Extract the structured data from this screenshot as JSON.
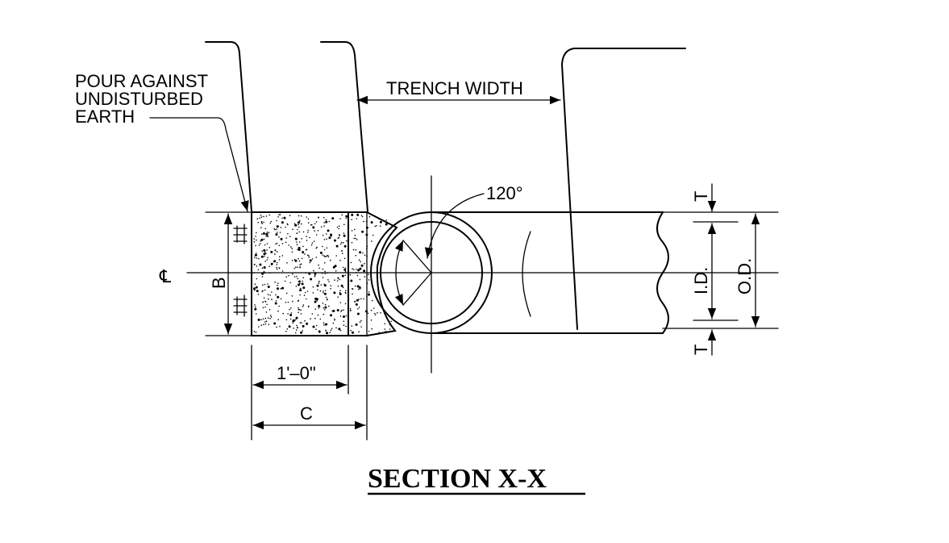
{
  "drawing": {
    "callout_pour_line1": "POUR AGAINST",
    "callout_pour_line2": "UNDISTURBED",
    "callout_pour_line3": "EARTH",
    "trench_width_label": "TRENCH WIDTH",
    "angle_label": "120°",
    "centerline_label": "℄",
    "dim_b_label": "B",
    "dim_1ft_label": "1'–0\"",
    "dim_c_label": "C",
    "dim_id_label": "I.D.",
    "dim_od_label": "O.D.",
    "dim_t_top_label": "T",
    "dim_t_bottom_label": "T",
    "section_title": "SECTION X-X"
  }
}
